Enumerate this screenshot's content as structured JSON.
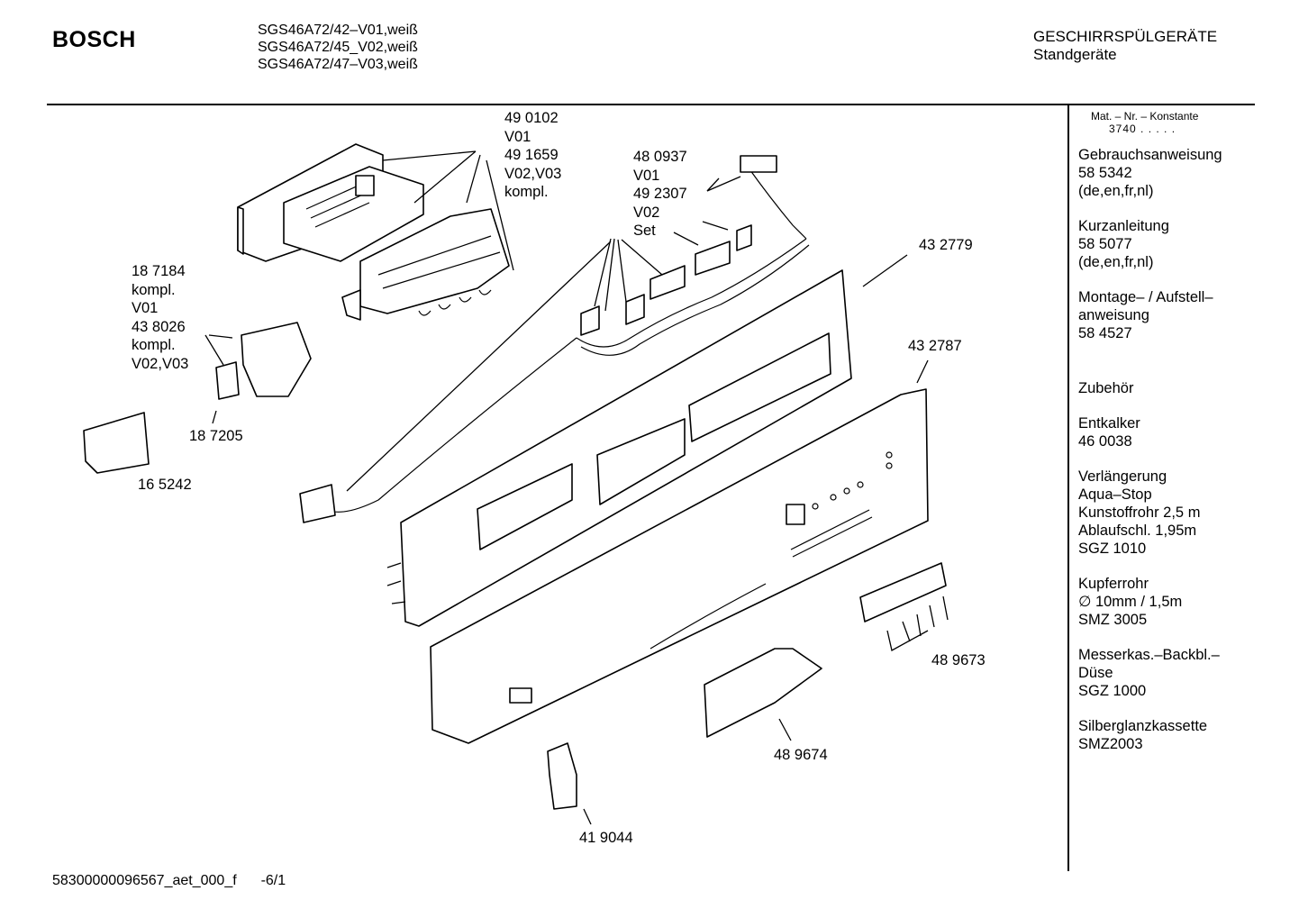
{
  "header": {
    "brand": "BOSCH",
    "models": [
      "SGS46A72/42–V01,weiß",
      "SGS46A72/45_V02,weiß",
      "SGS46A72/47–V03,weiß"
    ],
    "title": "GESCHIRRSPÜLGERÄTE",
    "subtitle": "Standgeräte"
  },
  "sidebar": {
    "mat_label": "Mat. – Nr. – Konstante",
    "mat_value": "3740 . . . . .",
    "entries": [
      {
        "lines": [
          "Gebrauchsanweisung",
          "58 5342",
          "(de,en,fr,nl)"
        ]
      },
      {
        "lines": [
          "Kurzanleitung",
          "58 5077",
          "(de,en,fr,nl)"
        ]
      },
      {
        "lines": [
          "Montage– / Aufstell–",
          "anweisung",
          "58 4527"
        ]
      },
      {
        "lines": [
          "Zubehör"
        ]
      },
      {
        "lines": [
          "Entkalker",
          "46 0038"
        ]
      },
      {
        "lines": [
          "Verlängerung",
          "Aqua–Stop",
          "Kunstoffrohr 2,5 m",
          "Ablaufschl. 1,95m",
          "SGZ 1010"
        ]
      },
      {
        "lines": [
          "Kupferrohr",
          "∅ 10mm / 1,5m",
          "SMZ 3005"
        ]
      },
      {
        "lines": [
          "Messerkas.–Backbl.–",
          "Düse",
          "SGZ 1000"
        ]
      },
      {
        "lines": [
          "Silberglanzkassette",
          "SMZ2003"
        ]
      }
    ]
  },
  "parts": [
    {
      "lines": [
        "49 0102",
        "V01",
        "49 1659",
        "V02,V03",
        "kompl."
      ]
    },
    {
      "lines": [
        "48 0937",
        "V01",
        "49 2307",
        "V02",
        "Set"
      ]
    },
    {
      "lines": [
        "43 2779"
      ]
    },
    {
      "lines": [
        "43 2787"
      ]
    },
    {
      "lines": [
        "18 7184",
        "kompl.",
        "V01",
        "43 8026",
        "kompl.",
        "V02,V03"
      ]
    },
    {
      "lines": [
        "18 7205"
      ]
    },
    {
      "lines": [
        "16 5242"
      ]
    },
    {
      "lines": [
        "48 9673"
      ]
    },
    {
      "lines": [
        "48 9674"
      ]
    },
    {
      "lines": [
        "41 9044"
      ]
    }
  ],
  "footer": {
    "code": "58300000096567_aet_000_f",
    "page": "-6/1"
  }
}
